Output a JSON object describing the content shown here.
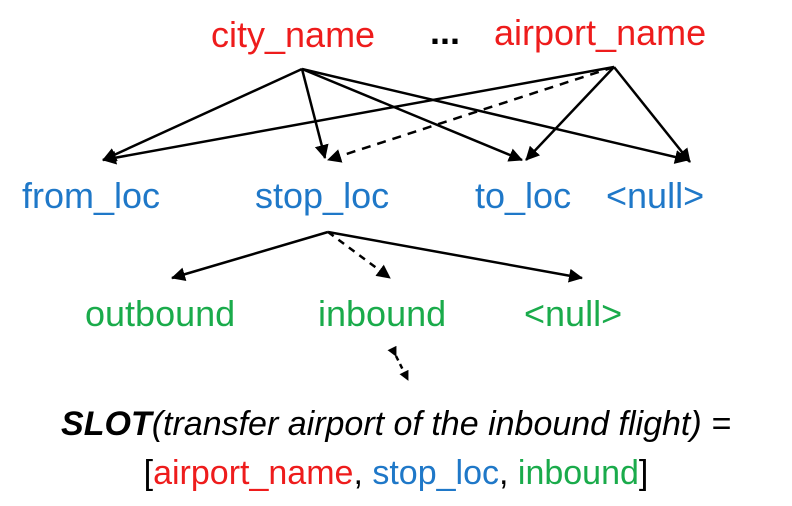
{
  "top": {
    "city_name": "city_name",
    "ellipsis": "...",
    "airport_name": "airport_name"
  },
  "slot_level": {
    "from_loc": "from_loc",
    "stop_loc": "stop_loc",
    "to_loc": "to_loc",
    "null": "<null>"
  },
  "direction_level": {
    "outbound": "outbound",
    "inbound": "inbound",
    "null": "<null>"
  },
  "formula": {
    "slot_keyword": "SLOT",
    "description": "(transfer airport of the inbound flight) =",
    "open_bracket": "[",
    "item1": "airport_name",
    "sep1": ", ",
    "item2": "stop_loc",
    "sep2": ", ",
    "item3": "inbound",
    "close_bracket": "]"
  },
  "colors": {
    "top_level": "#ee1c1c",
    "slot_level": "#1f78c8",
    "direction_level": "#1aab4b",
    "arrows": "#000000"
  }
}
